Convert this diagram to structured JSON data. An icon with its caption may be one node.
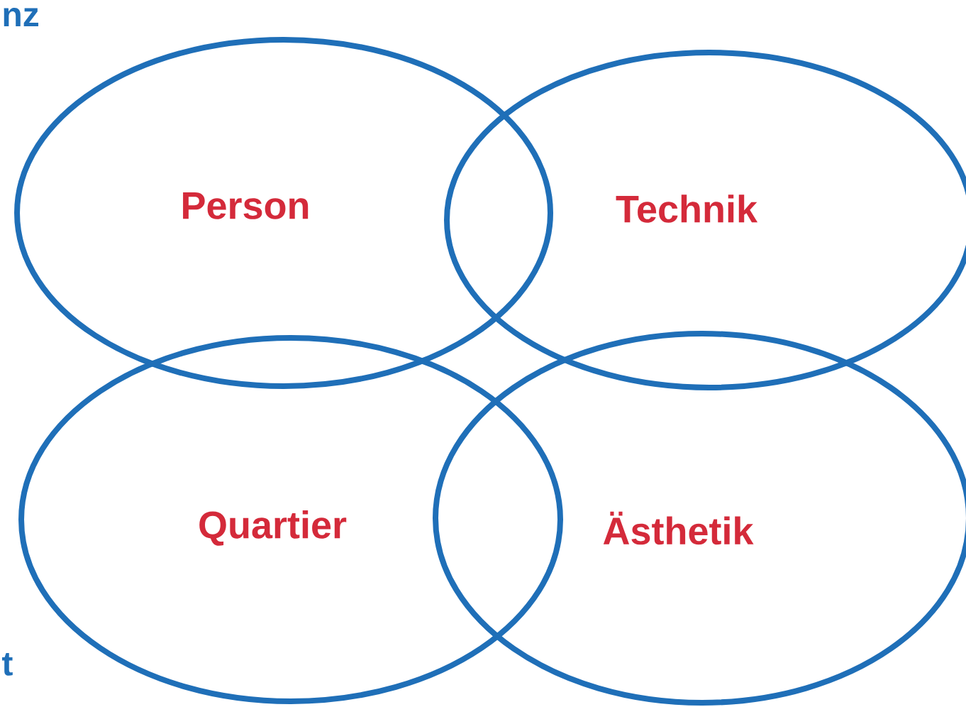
{
  "diagram": {
    "nodes": [
      {
        "text": [
          "Person"
        ]
      },
      {
        "text": [
          "Technik"
        ]
      },
      {
        "text": [
          "Quartier"
        ]
      },
      {
        "text": [
          "Ästhetik"
        ]
      }
    ],
    "labels": [
      "nz",
      "t"
    ]
  }
}
